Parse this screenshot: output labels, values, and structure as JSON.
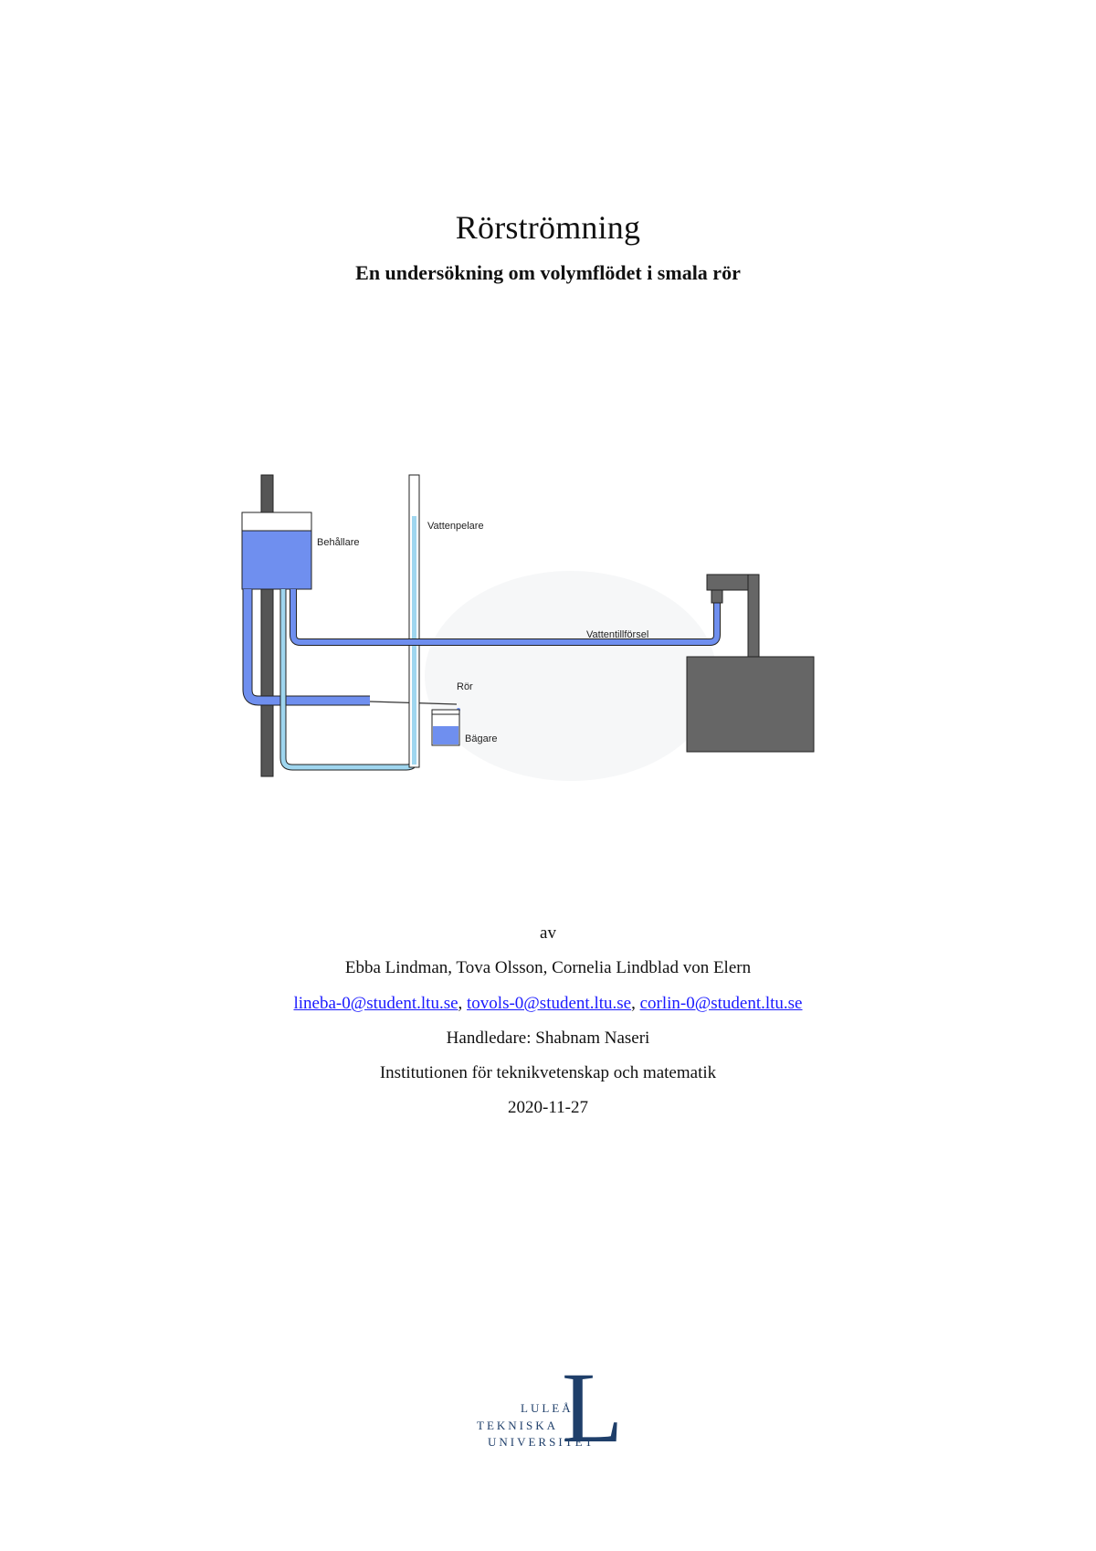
{
  "document": {
    "title": "Rörströmning",
    "subtitle": "En undersökning om volymflödet i smala rör"
  },
  "figure": {
    "labels": {
      "behallare": "Behållare",
      "vattenpelare": "Vattenpelare",
      "vattentillforsel": "Vattentillförsel",
      "ror": "Rör",
      "bagare": "Bägare"
    },
    "colors": {
      "water": "#6f8fef",
      "water_light": "#9fd6ef",
      "stand": "#555555",
      "box": "#666666"
    }
  },
  "byline": {
    "av": "av",
    "authors": "Ebba Lindman, Tova Olsson, Cornelia Lindblad von Elern",
    "emails": [
      "lineba-0@student.ltu.se",
      "tovols-0@student.ltu.se",
      "corlin-0@student.ltu.se"
    ],
    "separator": ", ",
    "supervisor": "Handledare: Shabnam Naseri",
    "institution": "Institutionen för teknikvetenskap och matematik",
    "date": "2020-11-27"
  },
  "logo": {
    "letter": "L",
    "line1": "LULEÅ",
    "line2": "TEKNISKA",
    "line3": "UNIVERSITET",
    "color": "#1f3f6a"
  }
}
